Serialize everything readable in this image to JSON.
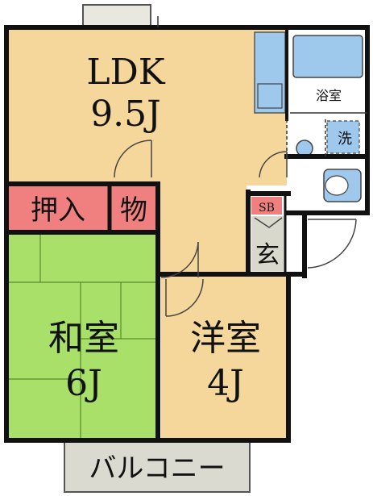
{
  "colors": {
    "wall": "#111111",
    "ldk_floor": "#f6d79b",
    "washitsu_floor": "#a8e06a",
    "washitsu_lines": "#5a8a2a",
    "yoshitsu_floor": "#f6d79b",
    "closet": "#f08080",
    "wet_area": "#9ec8ec",
    "entrance": "#d8d8cc",
    "balcony": "#dadad0",
    "door_arc": "#444444"
  },
  "icons": [
    "bathtub-icon",
    "toilet-icon",
    "washbasin-icon",
    "washing-machine-icon",
    "kitchen-sink-icon"
  ],
  "rooms": {
    "ldk": {
      "name": "LDK",
      "size": "9.5J"
    },
    "washitsu": {
      "name": "和室",
      "size": "6J"
    },
    "yoshitsu": {
      "name": "洋室",
      "size": "4J"
    },
    "oshiire": "押入",
    "mono": "物",
    "bath": "浴室",
    "wash": "洗",
    "sb": "SB",
    "genkan": "玄",
    "balcony": "バルコニー"
  }
}
